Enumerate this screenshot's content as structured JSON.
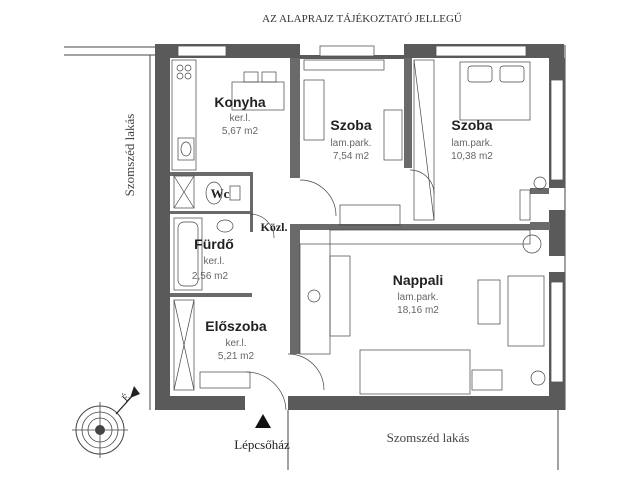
{
  "header": {
    "title": "AZ  ALAPRAJZ TÁJÉKOZTATÓ JELLEGŰ"
  },
  "rooms": [
    {
      "id": "konyha",
      "name": "Konyha",
      "floor": "ker.l.",
      "area": "5,67  m2"
    },
    {
      "id": "szoba1",
      "name": "Szoba",
      "floor": "lam.park.",
      "area": "7,54  m2"
    },
    {
      "id": "szoba2",
      "name": "Szoba",
      "floor": "lam.park.",
      "area": "10,38  m2"
    },
    {
      "id": "wc",
      "name": "Wc",
      "floor": "",
      "area": ""
    },
    {
      "id": "furdo",
      "name": "Fürdő",
      "floor": "ker.l.",
      "area": "2,56  m2"
    },
    {
      "id": "kozl",
      "name": "Közl.",
      "floor": "",
      "area": ""
    },
    {
      "id": "nappali",
      "name": "Nappali",
      "floor": "lam.park.",
      "area": "18,16  m2"
    },
    {
      "id": "eloszoba",
      "name": "Előszoba",
      "floor": "ker.l.",
      "area": "5,21  m2"
    }
  ],
  "labels": {
    "neighbor_left": "Szomszéd lakás",
    "neighbor_bottom": "Szomszéd lakás",
    "stairwell": "Lépcsőház",
    "compass_letter": "É"
  },
  "colors": {
    "wall": "#555555",
    "line": "#333333",
    "text": "#222222"
  }
}
